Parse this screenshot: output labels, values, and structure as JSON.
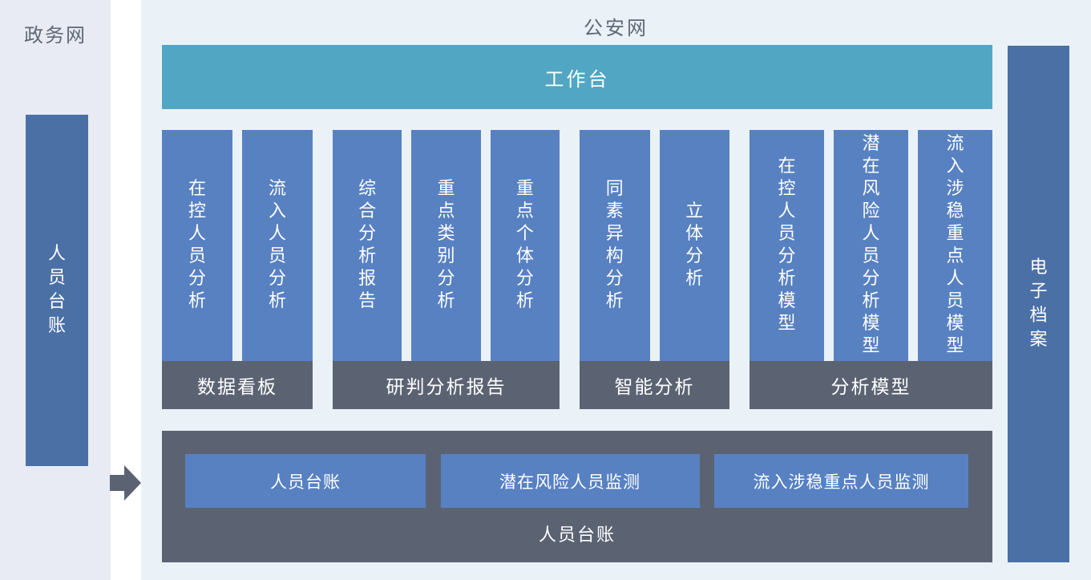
{
  "left_panel": {
    "title": "政务网",
    "bar_label": "人员台账"
  },
  "main_panel": {
    "title": "公安网",
    "workbench_label": "工作台",
    "groups": [
      {
        "label": "数据看板",
        "columns": [
          "在控人员分析",
          "流入人员分析"
        ]
      },
      {
        "label": "研判分析报告",
        "columns": [
          "综合分析报告",
          "重点类别分析",
          "重点个体分析"
        ]
      },
      {
        "label": "智能分析",
        "columns": [
          "同素异构分析",
          "立体分析"
        ]
      },
      {
        "label": "分析模型",
        "columns": [
          "在控人员分析模型",
          "潜在风险人员分析模型",
          "流入涉稳重点人员模型"
        ]
      }
    ],
    "bottom_box": {
      "label": "人员台账",
      "buttons": [
        "人员台账",
        "潜在风险人员监测",
        "流入涉稳重点人员监测"
      ]
    }
  },
  "right_bar": {
    "label": "电子档案"
  },
  "icons": {
    "flow_arrow": "right-arrow"
  },
  "colors": {
    "left_strip_bg": "#e8ebf4",
    "main_panel_bg": "#eaf2f7",
    "module_blue": "#5881c2",
    "side_bar_blue": "#4b70a6",
    "workbench_teal": "#51a6c4",
    "slate_gray": "#5b6373",
    "title_text": "#5f6874"
  }
}
